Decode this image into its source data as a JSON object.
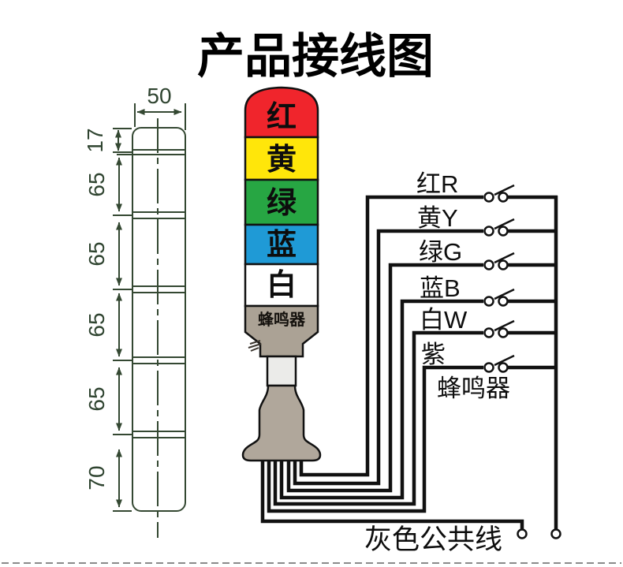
{
  "title": "产品接线图",
  "left_view": {
    "width_label": "50",
    "cap_label": "17",
    "seg_labels": [
      "65",
      "65",
      "65",
      "65"
    ],
    "base_label": "70"
  },
  "tower": {
    "segments": [
      {
        "label": "红",
        "color": "#f0252c"
      },
      {
        "label": "黄",
        "color": "#ffe60a"
      },
      {
        "label": "绿",
        "color": "#27a643"
      },
      {
        "label": "蓝",
        "color": "#1f9ad6"
      },
      {
        "label": "白",
        "color": "#ffffff"
      }
    ],
    "buzzer_label": "蜂鸣器",
    "buzzer_color": "#aba295",
    "base_color": "#b0a79b",
    "pole_color": "#ebebe9"
  },
  "wiring": {
    "rows": [
      {
        "label": "红R"
      },
      {
        "label": "黄Y"
      },
      {
        "label": "绿G"
      },
      {
        "label": "蓝B"
      },
      {
        "label": "白W"
      },
      {
        "label": "紫"
      }
    ],
    "buzzer_label": "蜂鸣器",
    "common_label": "灰色公共线"
  },
  "colors": {
    "wire": "#111111",
    "drawing": "#344832",
    "dashed_rule": "#8a8a8a"
  }
}
